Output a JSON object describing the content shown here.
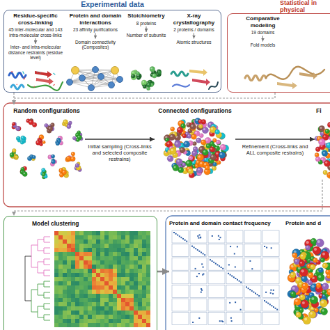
{
  "diagram": {
    "nodes": [
      {
        "text": [
          "Experimental data"
        ]
      },
      {
        "text": [
          "Residue-specific cross-linking",
          "45 inter-molecular and 143 intra-molecular cross-links",
          "Inter- and intra-molecular distance restraints (residue level)"
        ],
        "in": 0
      },
      {
        "text": [
          "Protein and domain interactions",
          "23 affinity purifications",
          "Domain connectivity (Composites)"
        ],
        "in": 0
      },
      {
        "text": [
          "Stoichiometry",
          "8 proteins",
          "Number of subunits"
        ],
        "in": 0
      },
      {
        "text": [
          "X-ray crystallography",
          "2 proteins / domains",
          "Atomic structures"
        ],
        "in": 0
      },
      {
        "text": [
          "Statistical in physical"
        ]
      },
      {
        "text": [
          "Comparative modeling",
          "19 domains",
          "Fold models"
        ],
        "in": 5
      },
      {
        "text": [
          "Random configurations"
        ]
      },
      {
        "text": [
          "Connected configurations"
        ]
      },
      {
        "text": [
          "Fi"
        ]
      },
      {
        "text": [
          "Model clustering"
        ]
      },
      {
        "text": [
          "Protein and domain contact frequency"
        ]
      },
      {
        "text": [
          "Protein and d"
        ]
      }
    ],
    "edges": [
      {
        "from": 0,
        "to": 7,
        "arrow": "to"
      },
      {
        "from": 5,
        "to": 7,
        "arrow": "to"
      },
      {
        "from": 7,
        "to": 8,
        "arrow": "to",
        "label": "Initial sampling (Cross-links and selected composite restrains)"
      },
      {
        "from": 8,
        "to": 9,
        "arrow": "to",
        "label": "Refinement (Cross-links and ALL composite restrains)"
      },
      {
        "from": 9,
        "to": 10,
        "arrow": "to"
      },
      {
        "from": 10,
        "to": 11,
        "arrow": "to"
      }
    ]
  }
}
